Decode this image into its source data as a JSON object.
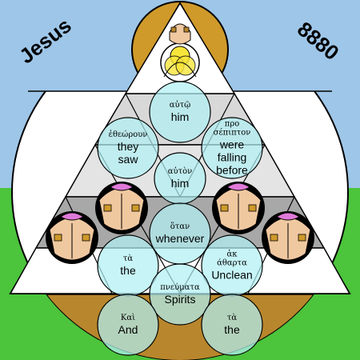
{
  "title": "Jesus",
  "number": "8880",
  "colors": {
    "sky": "#9ec6e8",
    "grass": "#4cc43c",
    "ground": "#b8862c",
    "triangle_light": "#e0e0e0",
    "triangle_mid": "#a8a8a8",
    "circle_fill": "#b2f0f4",
    "gold": "#cf9a2a",
    "white": "#ffffff"
  },
  "words": [
    {
      "greek": "αὐτῷ",
      "english": [
        "him"
      ]
    },
    {
      "greek": "ἐθεώρουν",
      "english": [
        "they",
        "saw"
      ]
    },
    {
      "greek": "προ-σέπιπτον",
      "english": [
        "were",
        "falling",
        "before"
      ]
    },
    {
      "greek": "αὐτὸν",
      "english": [
        "him"
      ]
    },
    {
      "greek": "ὅταν",
      "english": [
        "whenever"
      ]
    },
    {
      "greek": "τὰ",
      "english": [
        "the"
      ]
    },
    {
      "greek": "ἀκ-άθαρτα",
      "english": [
        "Unclean"
      ]
    },
    {
      "greek": "πνεύματα",
      "english": [
        "Spirits"
      ]
    },
    {
      "greek": "Καὶ",
      "english": [
        "And"
      ]
    },
    {
      "greek": "τὰ",
      "english": [
        "the"
      ]
    }
  ]
}
